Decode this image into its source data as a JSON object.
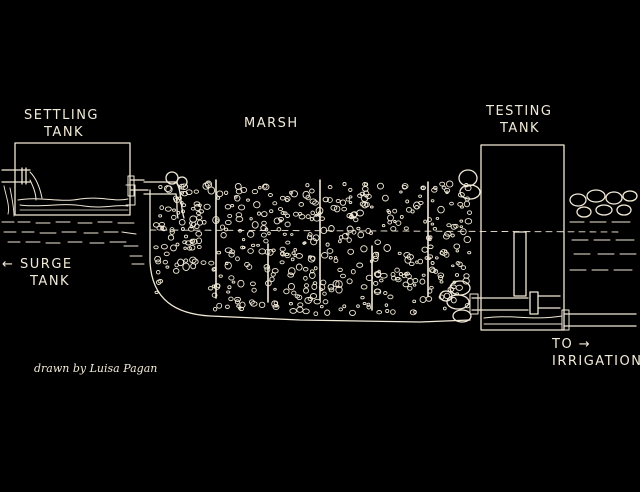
{
  "labels": {
    "settling_tank_line1": "SETTLING",
    "settling_tank_line2": "TANK",
    "marsh": "MARSH",
    "testing_tank_line1": "TESTING",
    "testing_tank_line2": "TANK",
    "surge_tank_line1": "← SURGE",
    "surge_tank_line2": "TANK",
    "to_irrigation_line1": "TO →",
    "to_irrigation_line2": "IRRIGATION"
  },
  "signature": "drawn by Luisa Pagan",
  "colors": {
    "background": "#000000",
    "ink": "#f2ead8"
  }
}
